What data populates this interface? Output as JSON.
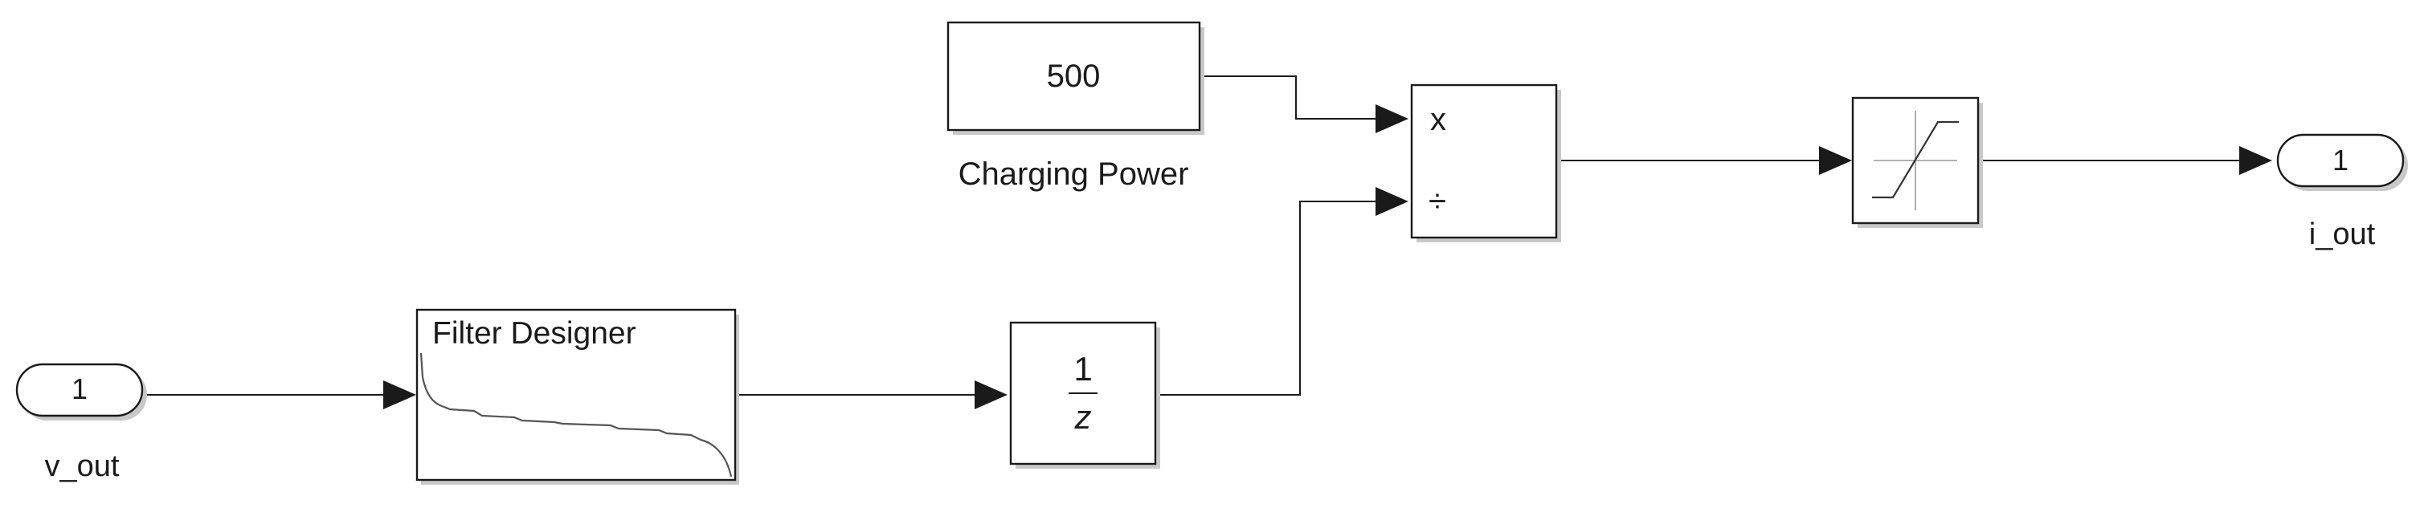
{
  "blocks": {
    "inport": {
      "port_number": "1",
      "name": "v_out"
    },
    "filter": {
      "title": "Filter Designer"
    },
    "delay": {
      "numerator": "1",
      "denominator": "z"
    },
    "constant": {
      "value": "500",
      "name": "Charging Power"
    },
    "divide": {
      "input1_sign": "x",
      "input2_sign": "÷"
    },
    "saturation": {
      "icon": "saturation-icon"
    },
    "outport": {
      "port_number": "1",
      "name": "i_out"
    }
  },
  "colors": {
    "line": "#1a1a1a",
    "block_fill": "#ffffff",
    "shadow": "#c8c8c8"
  }
}
